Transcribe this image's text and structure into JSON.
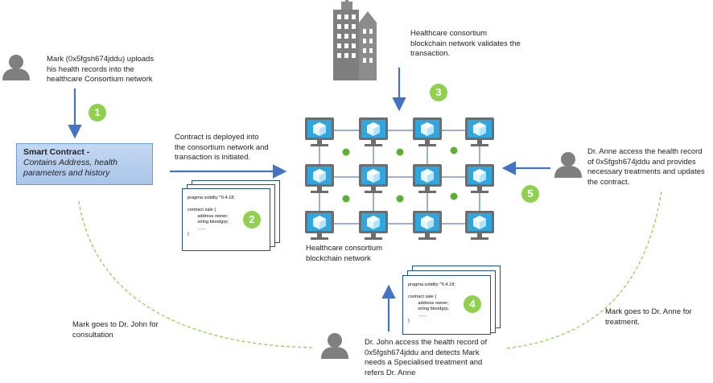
{
  "mark_upload_text": "Mark (0x5fgsh674jddu) uploads\nhis health records into the\nhealthcare Consortium network",
  "network_validates_text": "Healthcare consortium\nblockchain network validates the\ntransaction.",
  "contract_deployed_text": "Contract is deployed into\nthe consortium network and\ntransaction is initiated.",
  "smart_contract_title": "Smart Contract -",
  "smart_contract_subtitle": "Contains Address, health\nparameters and history",
  "network_label": "Healthcare consortium\nblockchain network",
  "dr_anne_text": "Dr. Anne  access the health record\nof 0x5fgsh674jddu and provides\nnecessary treatments and updates\nthe contract.",
  "dr_john_text": "Dr. John access the health record of\n0x5fgsh674jddu and detects Mark\nneeds a Specialised treatment and\nrefers Dr. Anne",
  "mark_to_john_text": "Mark goes to  Dr. John for\nconsultation",
  "mark_to_anne_text": "Mark goes to  Dr. Anne for\ntreatment.",
  "code_snippet": "pragma solidity ^0.4.18;\n\ncontract sale {\n        address owner;\n        string bloodgrp;\n        .......\n}",
  "steps": [
    "1",
    "2",
    "3",
    "4",
    "5"
  ],
  "colors": {
    "badge": "#8fd14f",
    "arrow": "#4472c4",
    "dash": "#8fd14f",
    "monitor": "#29a8e0"
  },
  "icons": [
    "person-icon",
    "building-icon",
    "computer-node-icon",
    "document-icon"
  ]
}
